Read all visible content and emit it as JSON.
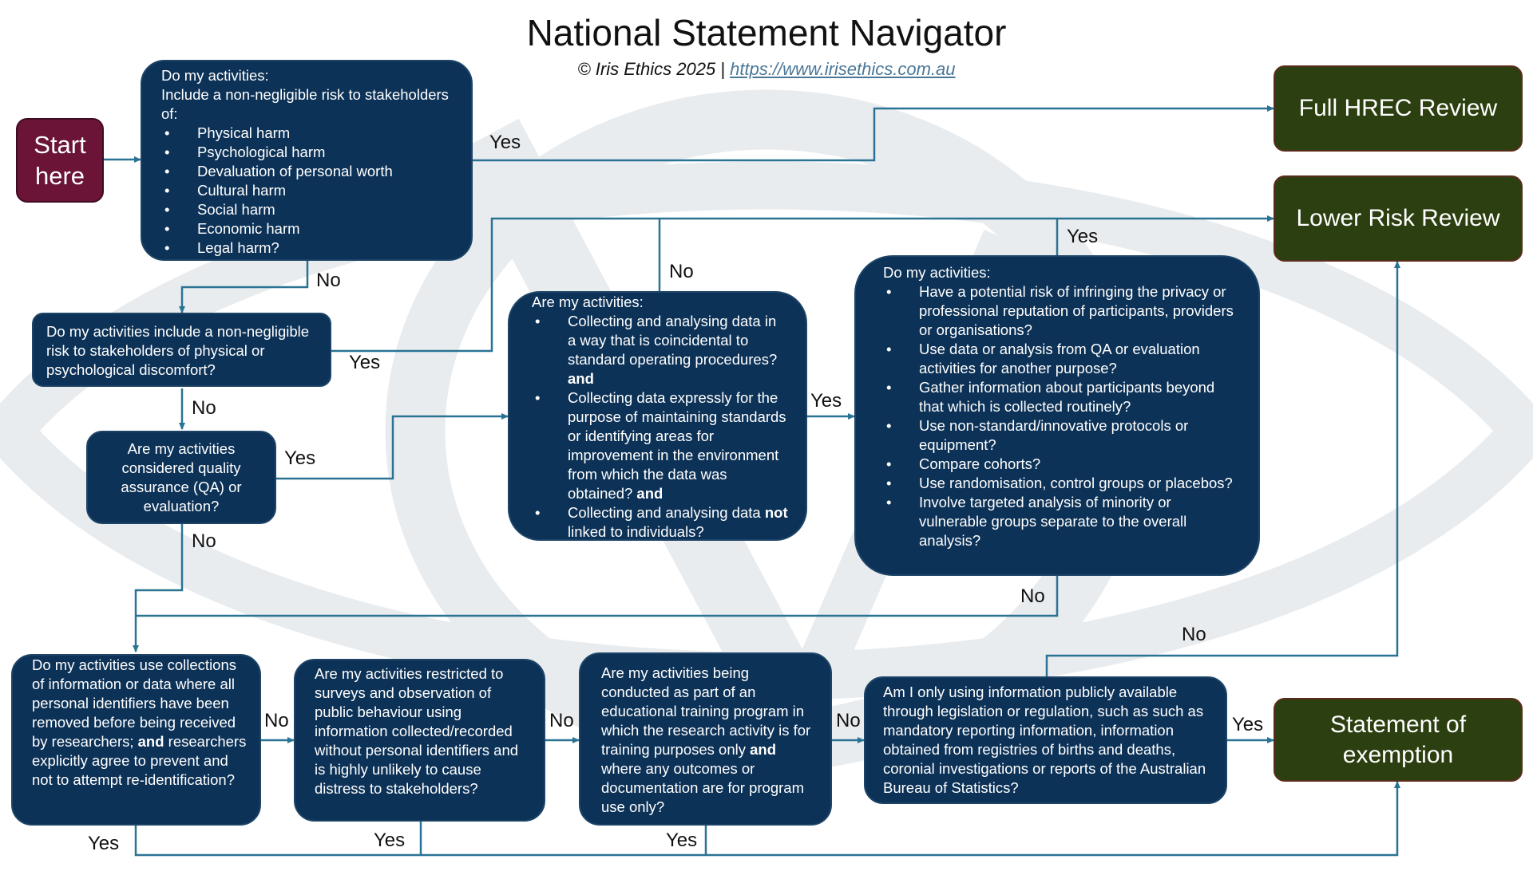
{
  "header": {
    "title": "National Statement Navigator",
    "copyright": "© Iris Ethics 2025 | ",
    "link": "https://www.irisethics.com.au"
  },
  "start": {
    "line1": "Start",
    "line2": "here"
  },
  "outcomes": {
    "full_hrec": "Full HREC Review",
    "lower_risk": "Lower Risk Review",
    "exemption": "Statement of exemption"
  },
  "q1": {
    "heading": "Do my activities:",
    "intro": "Include a non-negligible risk to stakeholders of:",
    "items": [
      "Physical harm",
      "Psychological harm",
      "Devaluation of personal worth",
      "Cultural harm",
      "Social harm",
      "Economic harm",
      "Legal harm?"
    ]
  },
  "q2": {
    "text": "Do my activities include a non-negligible risk to stakeholders of physical or psychological discomfort?"
  },
  "q3": {
    "text": "Are my activities considered quality assurance (QA) or evaluation?"
  },
  "q4": {
    "heading": "Are my activities:",
    "item1": "Collecting and analysing data in a way that is coincidental to standard operating procedures?",
    "item2": "Collecting data expressly for the purpose of maintaining standards or identifying areas for improvement in the environment from which the data was obtained?",
    "item3_bold": "not",
    "item3_a": "Collecting and analysing data",
    "item3_b": "linked to individuals?",
    "and": "and"
  },
  "q5": {
    "heading": "Do my activities:",
    "items": [
      "Have a potential risk of infringing the privacy or professional reputation of participants, providers or organisations?",
      "Use data or analysis from QA or evaluation activities for another purpose?",
      "Gather information about participants beyond that which is collected routinely?",
      "Use non-standard/innovative protocols or equipment?",
      "Compare cohorts?",
      "Use randomisation, control groups or placebos?",
      "Involve targeted analysis of minority or vulnerable groups separate to the overall analysis?"
    ]
  },
  "q6": {
    "text": "Do my activities use collections of information or data where all personal identifiers have been removed before being received by researchers;",
    "and": "and",
    "text2": "researchers explicitly agree to prevent and not to attempt re-identification?"
  },
  "q7": {
    "text": "Are my activities restricted to surveys and observation of public behaviour using information collected/recorded without personal identifiers and is highly unlikely to cause distress to stakeholders?"
  },
  "q8": {
    "text": "Are my activities being conducted as part of an educational training program in which the research activity is for training purposes only",
    "and": "and",
    "text2": "where any outcomes or documentation are for program use only?"
  },
  "q9": {
    "text": "Am I only using information publicly available through legislation or regulation, such as such as mandatory  reporting information, information obtained from registries of births and deaths, coronial investigations or reports of the Australian Bureau of Statistics?"
  },
  "labels": {
    "yes": "Yes",
    "no": "No"
  },
  "colors": {
    "box": "#0d3257",
    "start": "#6b1438",
    "outcome": "#2c3f10",
    "connector": "#2a7394",
    "watermark": "#e9ecef"
  },
  "icons": {
    "watermark": "eye-logo-watermark"
  }
}
